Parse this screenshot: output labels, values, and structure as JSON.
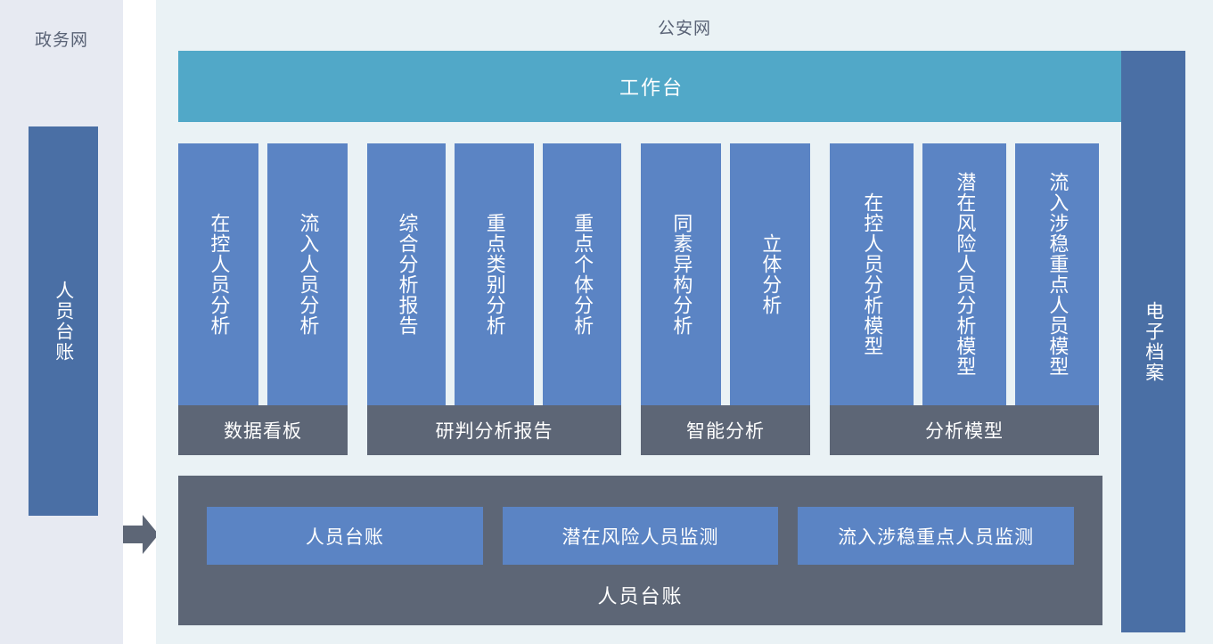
{
  "left_panel": {
    "title": "政务网",
    "block_label": "人员台账"
  },
  "flow": {
    "arrow_icon": "arrow-right-icon"
  },
  "main_panel": {
    "title": "公安网",
    "workbench_label": "工作台",
    "archive_label": "电子档案",
    "groups": [
      {
        "label": "数据看板",
        "columns": [
          "在控人员分析",
          "流入人员分析"
        ]
      },
      {
        "label": "研判分析报告",
        "columns": [
          "综合分析报告",
          "重点类别分析",
          "重点个体分析"
        ]
      },
      {
        "label": "智能分析",
        "columns": [
          "同素异构分析",
          "立体分析"
        ]
      },
      {
        "label": "分析模型",
        "columns": [
          "在控人员分析模型",
          "潜在风险人员分析模型",
          "流入涉稳重点人员模型"
        ]
      }
    ],
    "ledger": {
      "label": "人员台账",
      "cards": [
        "人员台账",
        "潜在风险人员监测",
        "流入涉稳重点人员监测"
      ]
    }
  },
  "colors": {
    "left_background": "#E7EAF2",
    "main_background": "#EAF2F5",
    "dark_blue": "#4A6FA5",
    "column_blue": "#5B84C4",
    "teal": "#51A8C8",
    "gray": "#5D6676",
    "title_text": "#5A6376",
    "white_text": "#FFFFFF"
  }
}
